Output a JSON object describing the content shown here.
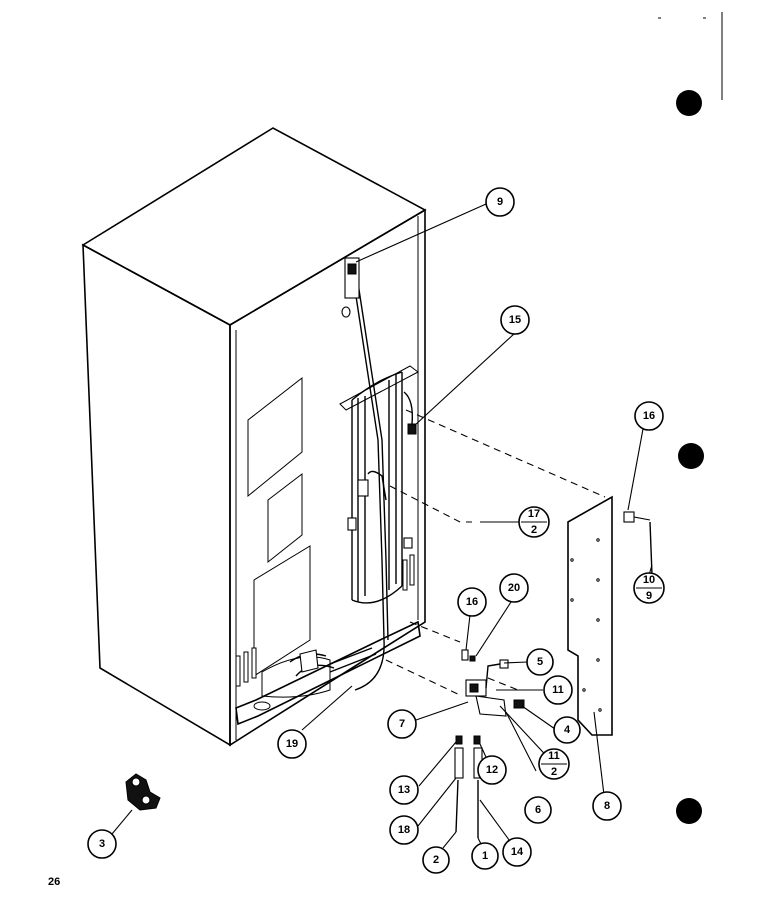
{
  "page_number": "26",
  "callouts": {
    "c1": "1",
    "c2": "2",
    "c3": "3",
    "c4": "4",
    "c5": "5",
    "c6": "6",
    "c7": "7",
    "c8": "8",
    "c9": "9",
    "c11": "11",
    "c12": "12",
    "c13": "13",
    "c14": "14",
    "c15": "15",
    "c16a": "16",
    "c16b": "16",
    "c18": "18",
    "c19": "19",
    "c20": "20"
  },
  "fractions": {
    "f17_2": {
      "top": "17",
      "bottom": "2"
    },
    "f10_9": {
      "top": "10",
      "bottom": "9"
    },
    "f11_2": {
      "top": "11",
      "bottom": "2"
    }
  }
}
